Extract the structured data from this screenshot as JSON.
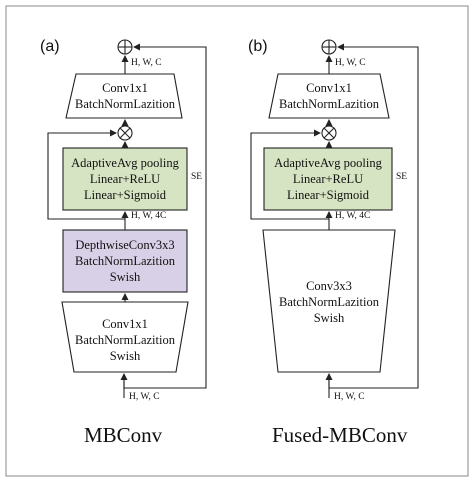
{
  "panels": [
    {
      "letter": "(a)",
      "caption": "MBConv",
      "out_dim": "H, W, C",
      "head_lines": [
        "Conv1x1",
        "BatchNormLazition"
      ],
      "se_lines": [
        "AdaptiveAvg pooling",
        "Linear+ReLU",
        "Linear+Sigmoid"
      ],
      "se_tag": "SE",
      "mid_dim": "H, W, 4C",
      "dw_lines": [
        "DepthwiseConv3x3",
        "BatchNormLazition",
        "Swish"
      ],
      "expand_lines": [
        "Conv1x1",
        "BatchNormLazition",
        "Swish"
      ],
      "in_dim": "H, W, C"
    },
    {
      "letter": "(b)",
      "caption": "Fused-MBConv",
      "out_dim": "H, W, C",
      "head_lines": [
        "Conv1x1",
        "BatchNormLazition"
      ],
      "se_lines": [
        "AdaptiveAvg pooling",
        "Linear+ReLU",
        "Linear+Sigmoid"
      ],
      "se_tag": "SE",
      "mid_dim": "H, W, 4C",
      "fused_lines": [
        "Conv3x3",
        "BatchNormLazition",
        "Swish"
      ],
      "in_dim": "H, W, C"
    }
  ],
  "colors": {
    "se_fill": "#d6e4c3",
    "dw_fill": "#d8d0e6",
    "stroke": "#222222",
    "frame": "#888888"
  },
  "symbols": {
    "add": "plus-circle-icon",
    "multiply": "times-circle-icon"
  }
}
